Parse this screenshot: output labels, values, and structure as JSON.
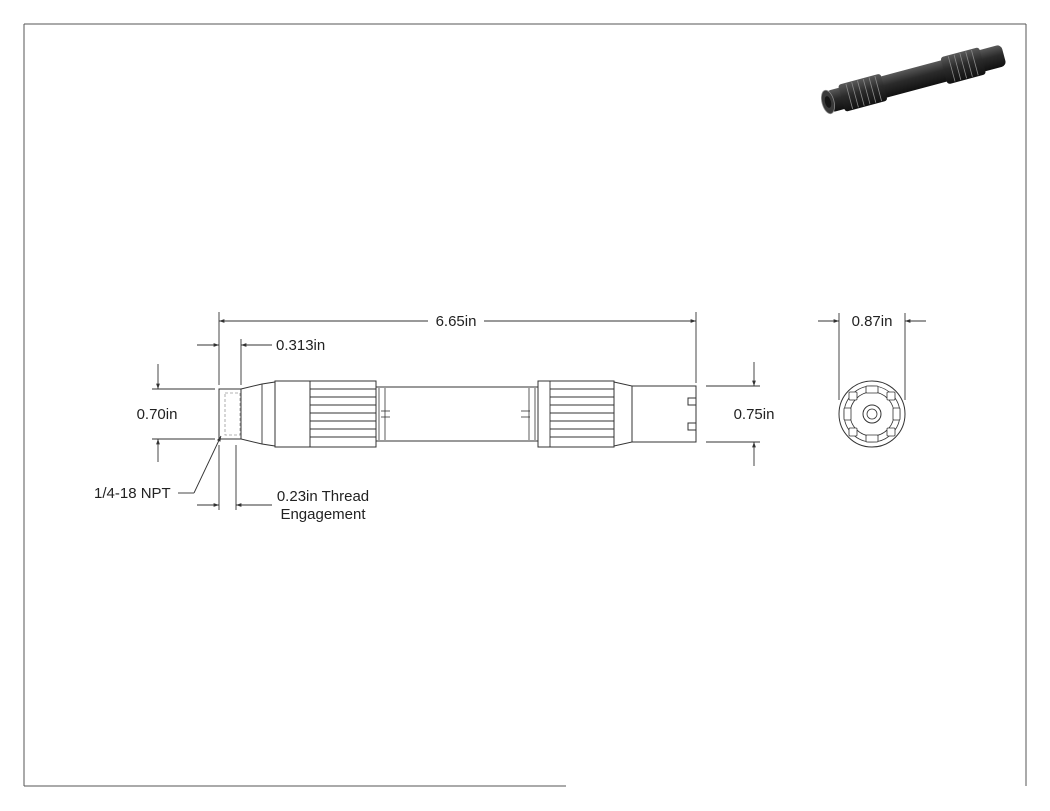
{
  "dimensions": {
    "overall_length": "6.65in",
    "npt_offset": "0.313in",
    "left_diameter": "0.70in",
    "right_diameter": "0.75in",
    "end_diameter": "0.87in",
    "thread_callout": "1/4-18 NPT",
    "thread_engagement_line1": "0.23in Thread",
    "thread_engagement_line2": "Engagement"
  },
  "colors": {
    "line": "#333333",
    "part_fill": "#ffffff",
    "iso_dark": "#2b2b2b"
  }
}
